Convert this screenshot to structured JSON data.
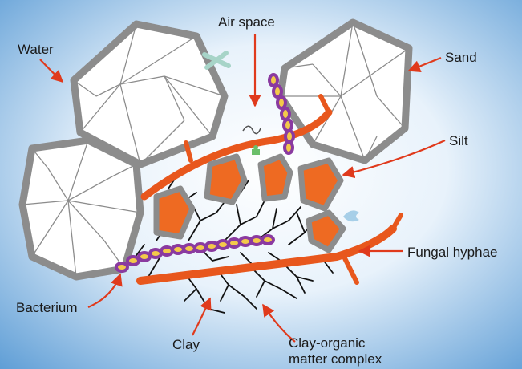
{
  "labels": {
    "water": "Water",
    "air_space": "Air space",
    "sand": "Sand",
    "silt": "Silt",
    "fungal_hyphae": "Fungal hyphae",
    "bacterium": "Bacterium",
    "clay": "Clay",
    "clay_organic_line1": "Clay-organic",
    "clay_organic_line2": "matter complex"
  },
  "colors": {
    "background_center": "#ffffff",
    "background_edge": "#5f9ed6",
    "particle_outline": "#8c8c8c",
    "silt_fill": "#ee6a22",
    "hyphae": "#e8571d",
    "arrow": "#e03a1c",
    "bacterium_fill": "#8a3aa0",
    "bacterium_core": "#f3c94a"
  }
}
